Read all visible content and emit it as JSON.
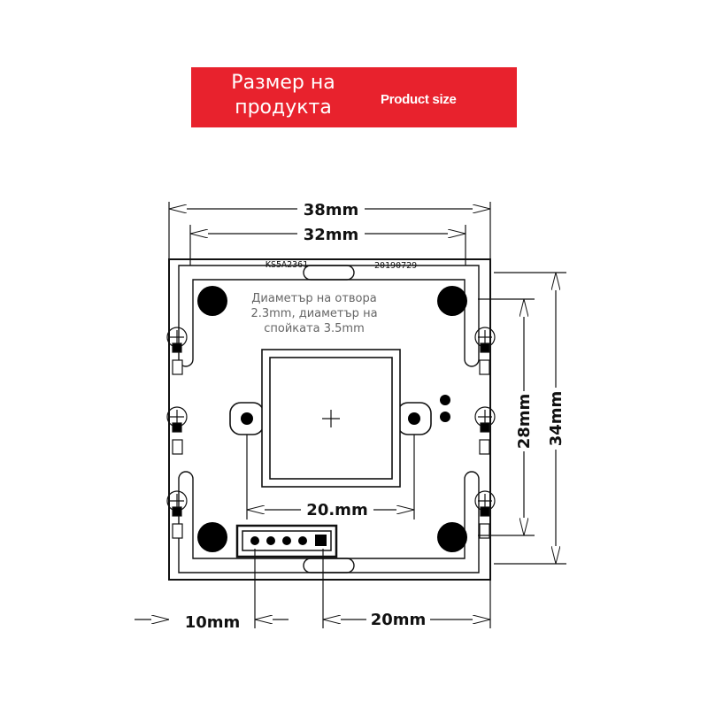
{
  "banner": {
    "title_ru": "Размер на продукта",
    "title_en": "Product size",
    "color": "#e8222d"
  },
  "board": {
    "model_code": "KS5A2361",
    "date_code": "20190729",
    "hole_note": "Диаметър на отвора 2.3mm, диаметър на спойката 3.5mm"
  },
  "dimensions": {
    "overall_width": "38mm",
    "hole_spacing_width": "32mm",
    "overall_height": "34mm",
    "hole_spacing_height": "28mm",
    "lens_mount_spacing": "20.mm",
    "connector_offset": "10mm",
    "connector_to_edge": "20mm"
  }
}
